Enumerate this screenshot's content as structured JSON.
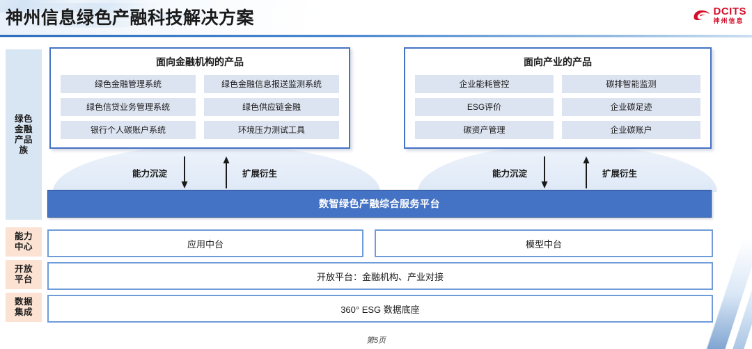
{
  "header": {
    "title": "神州信息绿色产融科技解决方案",
    "logo": {
      "en": "DCITS",
      "cn": "神州信息",
      "color": "#d50f2a",
      "icon": "dcits-swoosh-icon"
    }
  },
  "sidebar": {
    "items": [
      {
        "label": "绿色\n金融\n产品\n族",
        "lines": [
          "绿色",
          "金融",
          "产品",
          "族"
        ],
        "tone": "blue",
        "color": "#d8e5f3"
      },
      {
        "label": "能力\n中心",
        "lines": [
          "能力",
          "中心"
        ],
        "tone": "peach",
        "color": "#fbe2d2"
      },
      {
        "label": "开放\n平台",
        "lines": [
          "开放",
          "平台"
        ],
        "tone": "peach",
        "color": "#fbe2d2"
      },
      {
        "label": "数据\n集成",
        "lines": [
          "数据",
          "集成"
        ],
        "tone": "peach",
        "color": "#fbe2d2"
      }
    ]
  },
  "product_groups": [
    {
      "title": "面向金融机构的产品",
      "items": [
        "绿色金融管理系统",
        "绿色金融信息报送监测系统",
        "绿色信贷业务管理系统",
        "绿色供应链金融",
        "银行个人碳账户系统",
        "环境压力测试工具"
      ]
    },
    {
      "title": "面向产业的产品",
      "items": [
        "企业能耗管控",
        "碳排智能监测",
        "ESG评价",
        "企业碳足迹",
        "碳资产管理",
        "企业碳账户"
      ]
    }
  ],
  "flows": [
    {
      "down_label": "能力沉淀",
      "up_label": "扩展衍生"
    },
    {
      "down_label": "能力沉淀",
      "up_label": "扩展衍生"
    }
  ],
  "platform": {
    "label": "数智绿色产融综合服务平台",
    "color": "#4472c4"
  },
  "capability_rows": [
    {
      "label": "应用中台"
    },
    {
      "label": "模型中台"
    }
  ],
  "open_platform_row": {
    "label": "开放平台：金融机构、产业对接"
  },
  "data_row": {
    "label": "360° ESG 数据底座"
  },
  "footer": {
    "page_label": "第5页"
  }
}
